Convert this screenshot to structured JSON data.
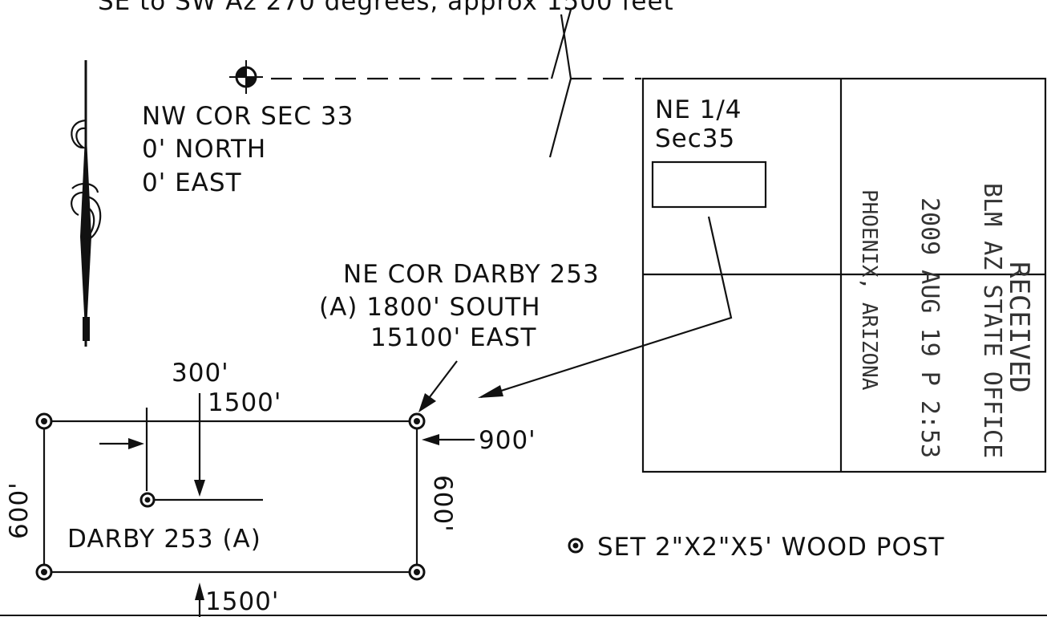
{
  "header_note": "SE to SW Az 270 degrees, approx 1500 feet",
  "reference_corner": {
    "lines": [
      "NW COR SEC 33",
      "0' NORTH",
      "0' EAST"
    ]
  },
  "inset_map": {
    "label_lines": [
      "NE 1/4",
      "Sec35"
    ]
  },
  "claim_corner": {
    "lines": [
      "NE COR DARBY 253",
      "(A) 1800' SOUTH",
      "15100' EAST"
    ]
  },
  "claim": {
    "name": "DARBY 253 (A)"
  },
  "dimensions": {
    "offset_300": "300'",
    "top_1500": "1500'",
    "right_900": "900'",
    "left_600": "600'",
    "right_600": "600'",
    "bottom_1500": "1500'"
  },
  "legend": {
    "text": "SET 2\"X2\"X5' WOOD POST"
  },
  "stamp": {
    "line1": "RECEIVED",
    "line2": "BLM AZ STATE OFFICE",
    "line3": "2009 AUG 19 P 2:53",
    "line4": "PHOENIX, ARIZONA"
  }
}
